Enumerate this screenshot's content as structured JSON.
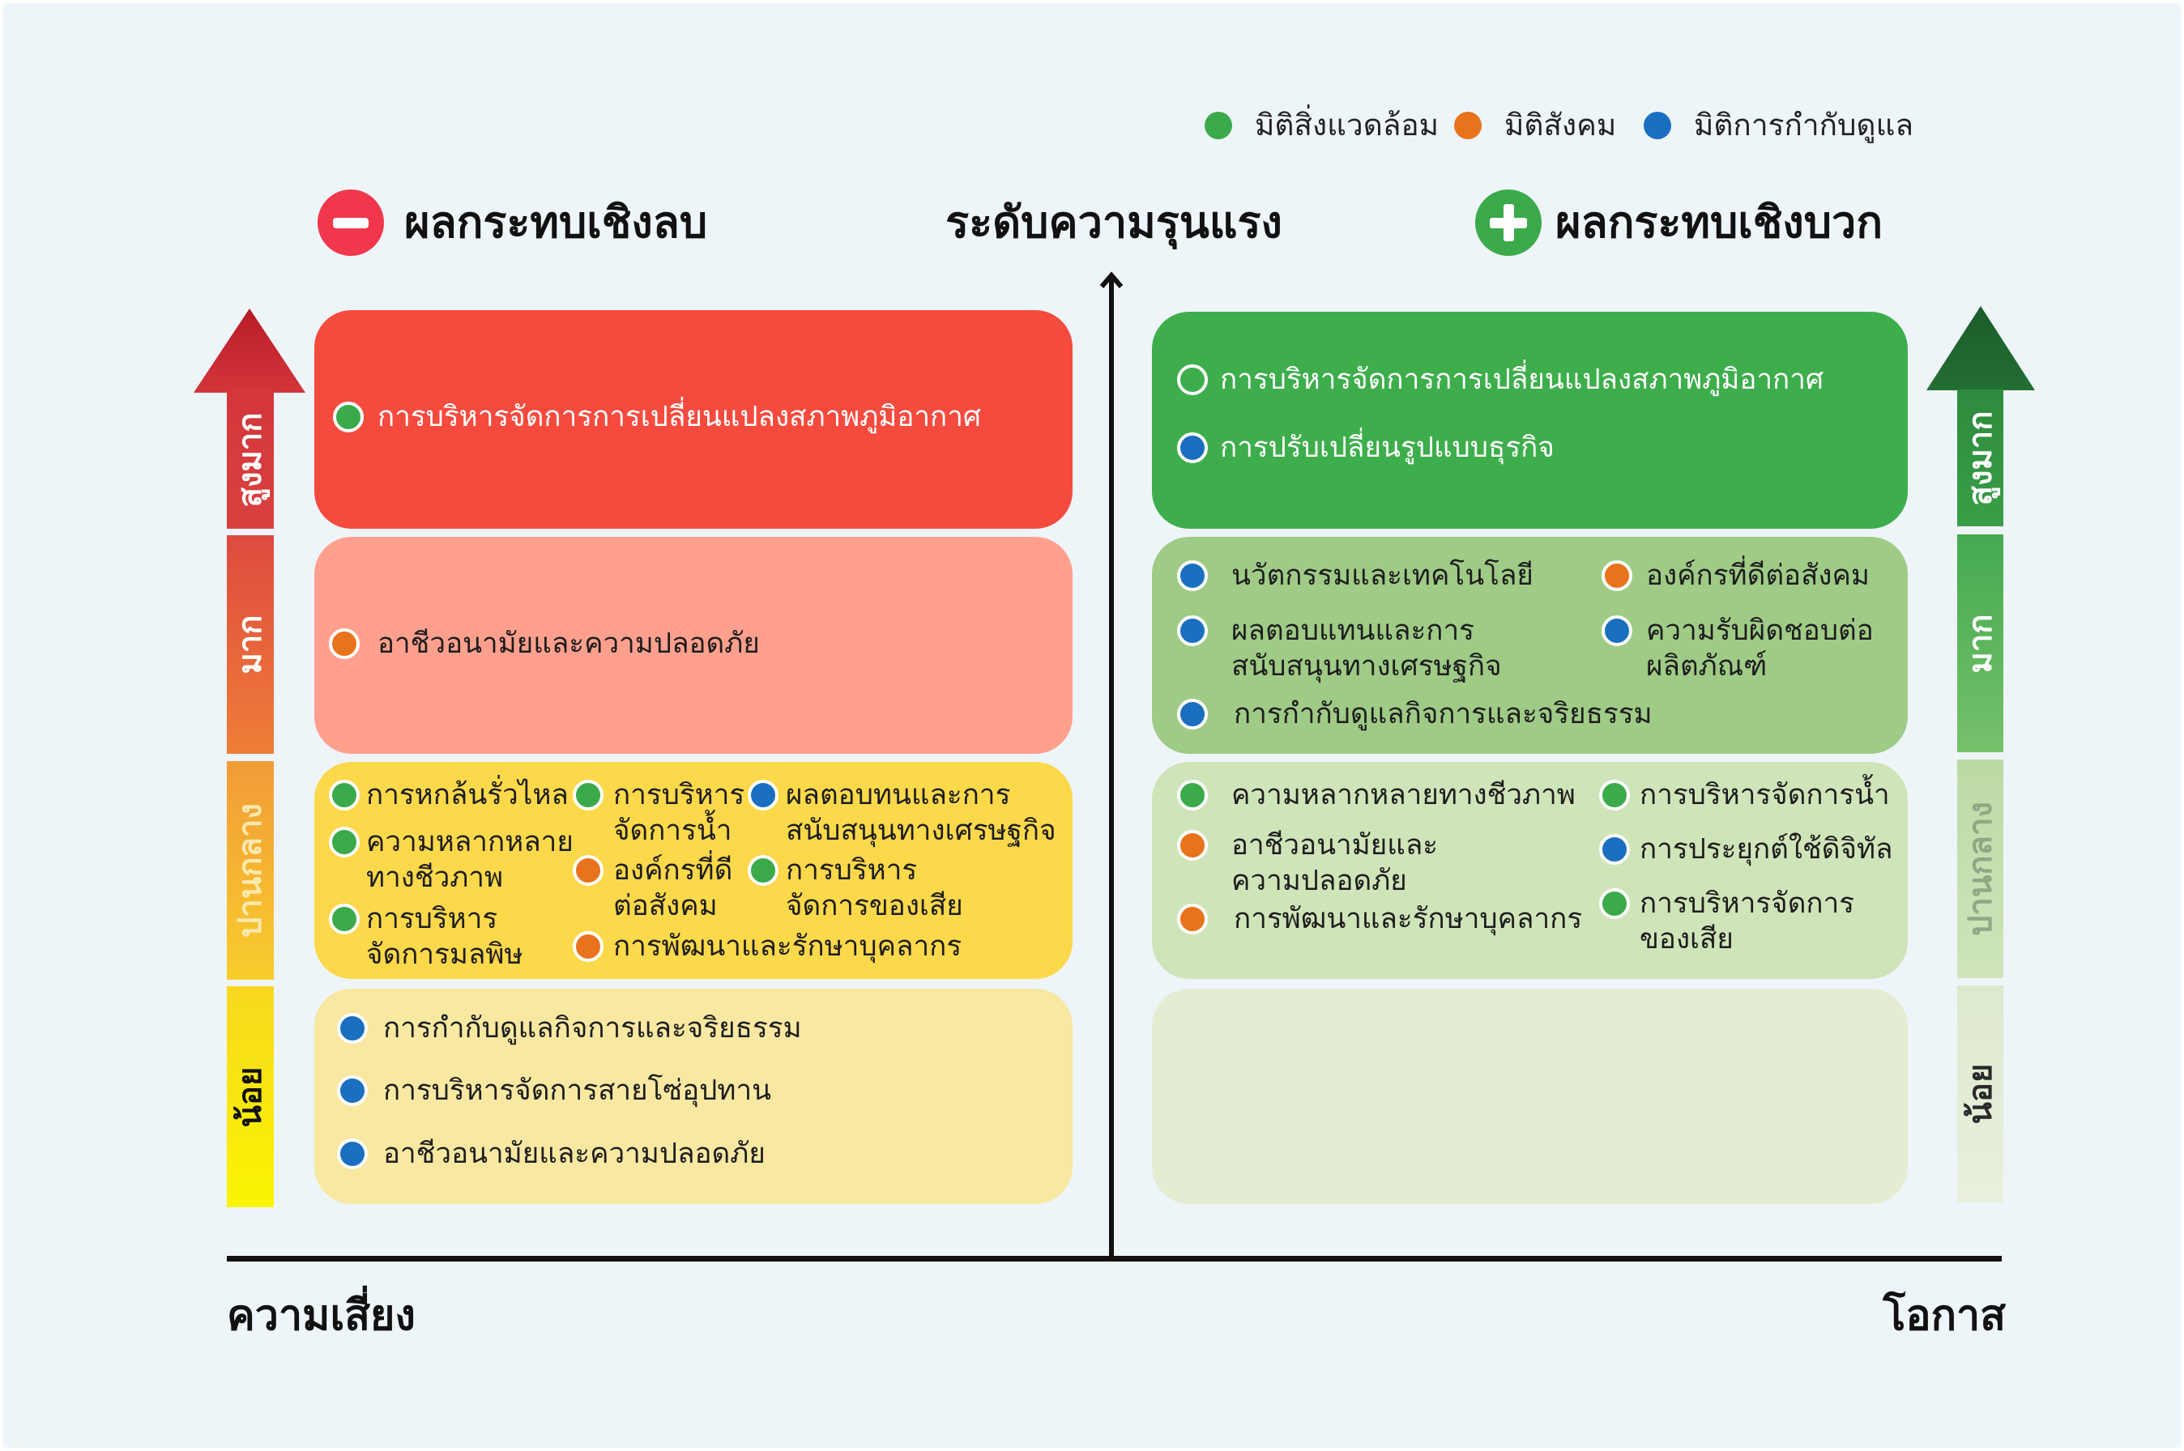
{
  "legend": [
    {
      "label": "มิติสิ่งแวดล้อม",
      "color": "#3aaa4a"
    },
    {
      "label": "มิติสังคม",
      "color": "#e8731c"
    },
    {
      "label": "มิติการกำกับดูแล",
      "color": "#1a6fc0"
    }
  ],
  "headers": {
    "negative": "ผลกระทบเชิงลบ",
    "severity": "ระดับความรุนแรง",
    "positive": "ผลกระทบเชิงบวก"
  },
  "axis_labels": {
    "risk": "ความเสี่ยง",
    "opportunity": "โอกาส"
  },
  "severity_levels": [
    "สูงมาก",
    "มาก",
    "ปานกลาง",
    "น้อย"
  ],
  "icons": {
    "negative": "minus-icon",
    "positive": "plus-icon",
    "severity_axis": "arrow-up-icon"
  },
  "colors": {
    "negative_icon": "#f0374b",
    "positive_icon": "#3aaa4a",
    "risk_boxes": [
      "#f54b3e",
      "#ffa08e",
      "#fcd84b",
      "#f8e8a2"
    ],
    "opportunity_boxes": [
      "#3dae4b",
      "#9fcb87",
      "#d0e4b9",
      "#e4edd2"
    ]
  },
  "risk": {
    "very_high": {
      "columns": [
        [
          {
            "lines": [
              "การบริหารจัดการการเปลี่ยนแปลงสภาพภูมิอากาศ"
            ],
            "color": "#3aaa4a"
          }
        ]
      ]
    },
    "high": {
      "columns": [
        [
          {
            "lines": [
              "อาชีวอนามัยและความปลอดภัย"
            ],
            "color": "#e8731c"
          }
        ]
      ]
    },
    "medium": {
      "columns": [
        [
          {
            "lines": [
              "การหกล้นรั่วไหล"
            ],
            "color": "#3aaa4a"
          },
          {
            "lines": [
              "ความหลากหลาย",
              "ทางชีวภาพ"
            ],
            "color": "#3aaa4a"
          },
          {
            "lines": [
              "การบริหาร",
              "จัดการมลพิษ"
            ],
            "color": "#3aaa4a"
          }
        ],
        [
          {
            "lines": [
              "การบริหาร",
              "จัดการน้ำ"
            ],
            "color": "#3aaa4a"
          },
          {
            "lines": [
              "องค์กรที่ดี",
              "ต่อสังคม"
            ],
            "color": "#e8731c"
          },
          {
            "lines": [
              "การพัฒนาและรักษาบุคลากร"
            ],
            "color": "#e8731c"
          }
        ],
        [
          {
            "lines": [
              "ผลตอบทนและการ",
              "สนับสนุนทางเศรษฐกิจ"
            ],
            "color": "#1a6fc0"
          },
          {
            "lines": [
              "การบริหาร",
              "จัดการของเสีย"
            ],
            "color": "#3aaa4a"
          }
        ]
      ]
    },
    "low": {
      "columns": [
        [
          {
            "lines": [
              "การกำกับดูแลกิจการและจริยธรรม"
            ],
            "color": "#1a6fc0"
          },
          {
            "lines": [
              "การบริหารจัดการสายโซ่อุปทาน"
            ],
            "color": "#1a6fc0"
          },
          {
            "lines": [
              "อาชีวอนามัยและความปลอดภัย"
            ],
            "color": "#1a6fc0"
          }
        ]
      ]
    }
  },
  "opportunity": {
    "very_high": {
      "columns": [
        [
          {
            "lines": [
              "การบริหารจัดการการเปลี่ยนแปลงสภาพภูมิอากาศ"
            ],
            "color": "#3dae4b"
          },
          {
            "lines": [
              "การปรับเปลี่ยนรูปแบบธุรกิจ"
            ],
            "color": "#1a6fc0"
          }
        ]
      ]
    },
    "high": {
      "columns": [
        [
          {
            "lines": [
              "นวัตกรรมและเทคโนโลยี"
            ],
            "color": "#1a6fc0"
          },
          {
            "lines": [
              "ผลตอบแทนและการ",
              "สนับสนุนทางเศรษฐกิจ"
            ],
            "color": "#1a6fc0"
          },
          {
            "lines": [
              "การกำกับดูแลกิจการและจริยธรรม"
            ],
            "color": "#1a6fc0"
          }
        ],
        [
          {
            "lines": [
              "องค์กรที่ดีต่อสังคม"
            ],
            "color": "#e8731c"
          },
          {
            "lines": [
              "ความรับผิดชอบต่อ",
              "ผลิตภัณฑ์"
            ],
            "color": "#1a6fc0"
          }
        ]
      ]
    },
    "medium": {
      "columns": [
        [
          {
            "lines": [
              "ความหลากหลายทางชีวภาพ"
            ],
            "color": "#3aaa4a"
          },
          {
            "lines": [
              "อาชีวอนามัยและ",
              "ความปลอดภัย"
            ],
            "color": "#e8731c"
          },
          {
            "lines": [
              "การพัฒนาและรักษาบุคลากร"
            ],
            "color": "#e8731c"
          }
        ],
        [
          {
            "lines": [
              "การบริหารจัดการน้ำ"
            ],
            "color": "#3aaa4a"
          },
          {
            "lines": [
              "การประยุกต์ใช้ดิจิทัล"
            ],
            "color": "#1a6fc0"
          },
          {
            "lines": [
              "การบริหารจัดการ",
              "ของเสีย"
            ],
            "color": "#3aaa4a"
          }
        ]
      ]
    },
    "low": {
      "columns": []
    }
  }
}
